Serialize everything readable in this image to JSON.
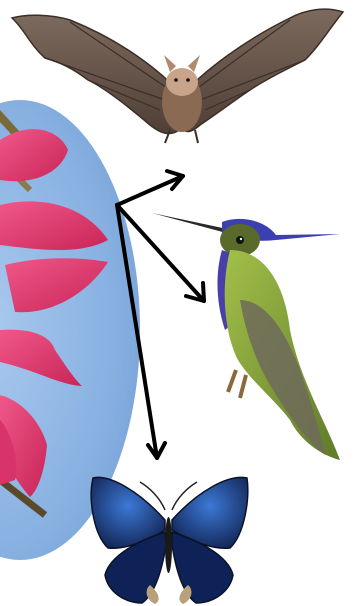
{
  "diagram": {
    "nodes": [
      {
        "id": "flower",
        "kind": "flower-icon"
      },
      {
        "id": "bat",
        "kind": "bat-icon"
      },
      {
        "id": "hummingbird",
        "kind": "hummingbird-icon"
      },
      {
        "id": "butterfly",
        "kind": "butterfly-icon"
      }
    ],
    "edges": [
      {
        "from": "flower",
        "to": "bat"
      },
      {
        "from": "flower",
        "to": "hummingbird"
      },
      {
        "from": "flower",
        "to": "butterfly"
      }
    ],
    "colors": {
      "background": "#ffffff",
      "sky": "#8fb7e4",
      "petal": "#e0396e",
      "bat": "#6a5448",
      "hummingbird_body": "#8aa63c",
      "hummingbird_crest": "#3b3fb0",
      "butterfly": "#1f3f8f",
      "arrow": "#000000"
    }
  }
}
